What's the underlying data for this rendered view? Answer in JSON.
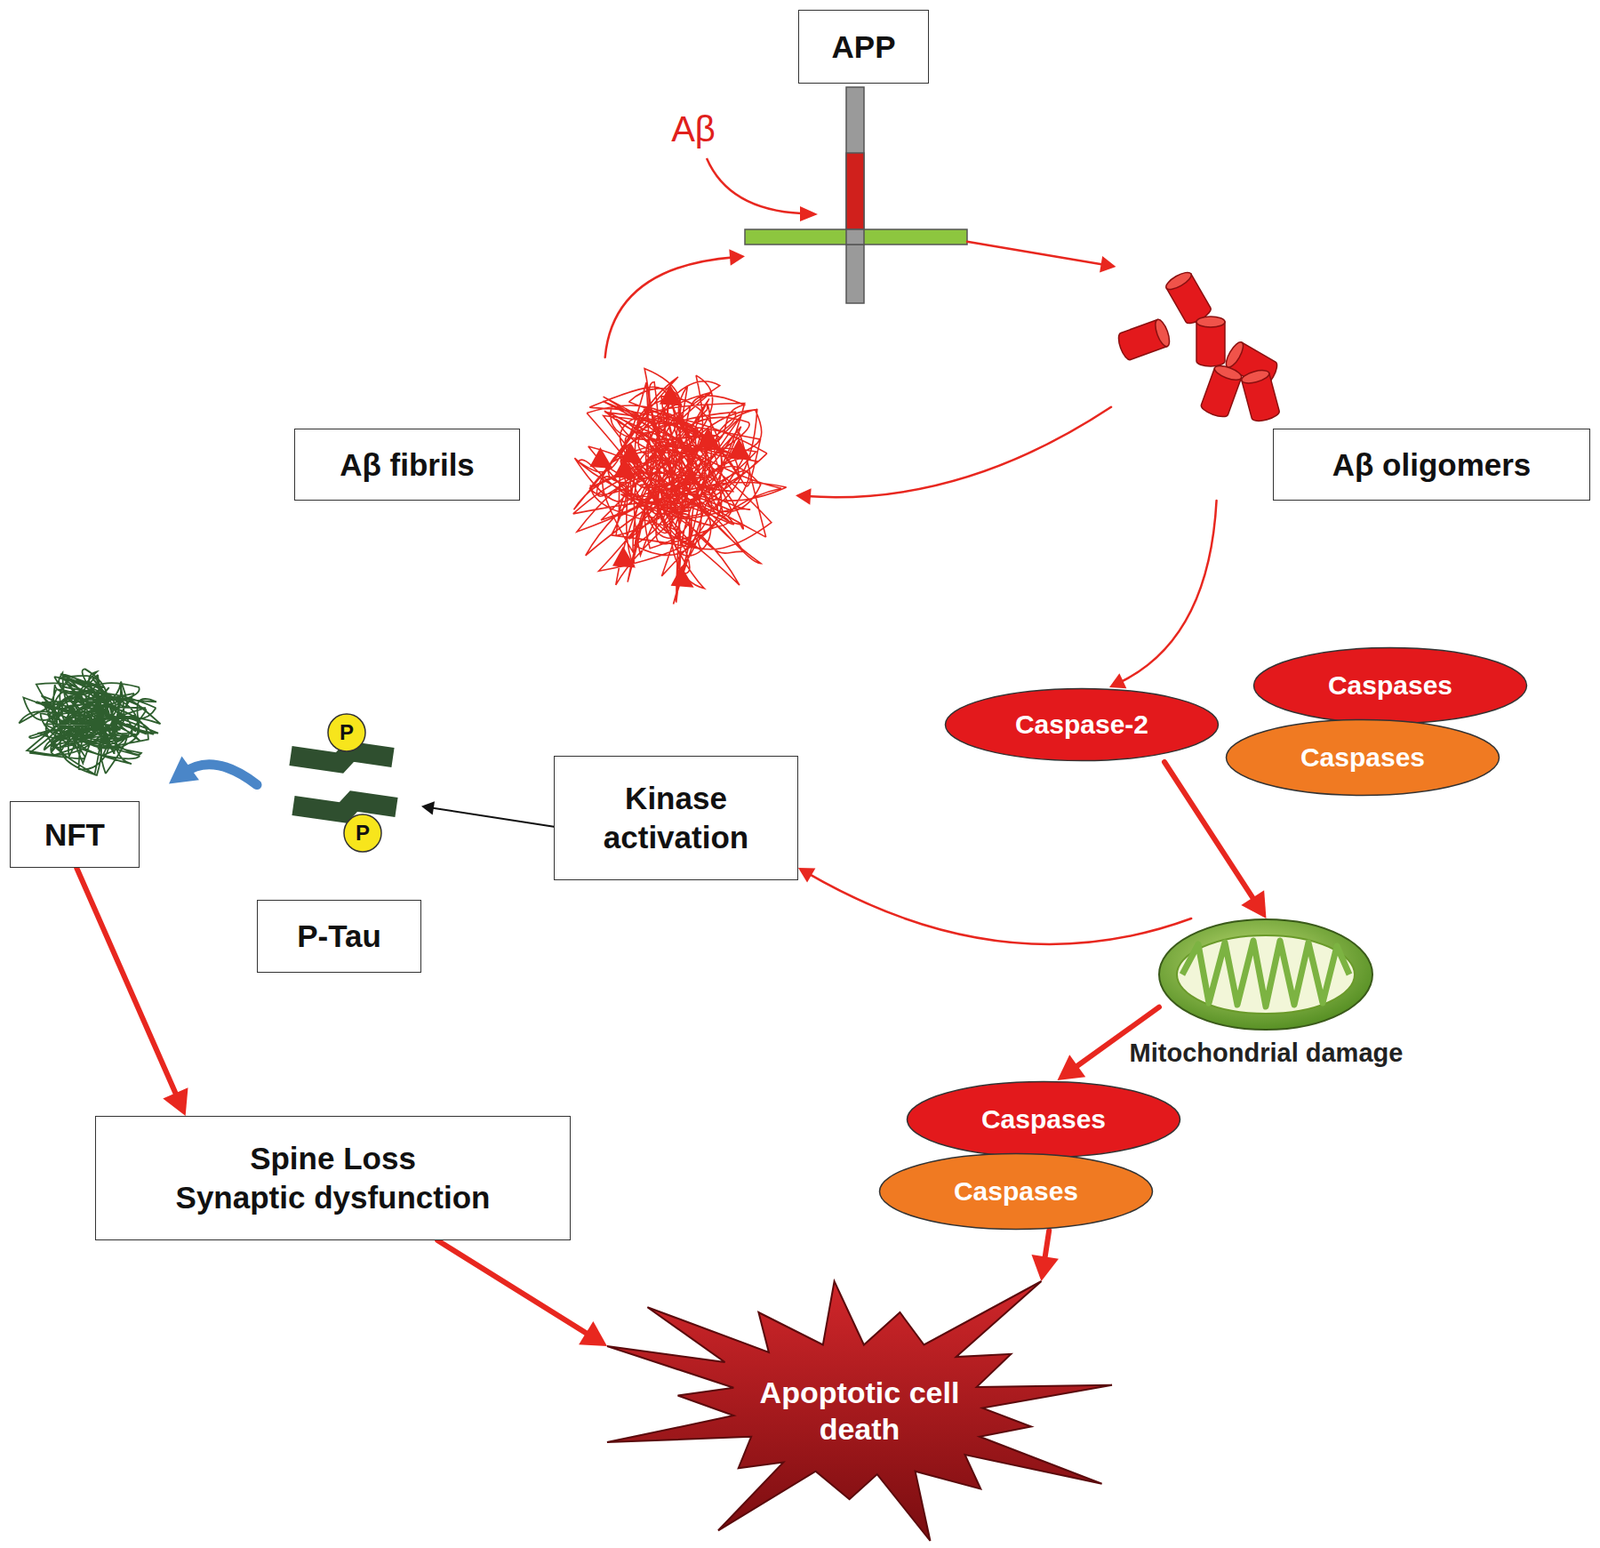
{
  "diagram": {
    "nodes": [
      {
        "text": [
          "APP"
        ]
      },
      {
        "text": [
          "Aβ oligomers"
        ]
      },
      {
        "text": [
          "Aβ fibrils"
        ]
      },
      {
        "text": [
          "Caspase-2"
        ]
      },
      {
        "text": [
          "Caspases"
        ]
      },
      {
        "text": [
          "Caspases"
        ]
      },
      {
        "text": [
          "Mitochondrial damage"
        ]
      },
      {
        "text": [
          "Kinase activation"
        ]
      },
      {
        "text": [
          "P-Tau"
        ]
      },
      {
        "text": [
          "NFT"
        ]
      },
      {
        "text": [
          "Caspases"
        ]
      },
      {
        "text": [
          "Caspases"
        ]
      },
      {
        "text": [
          "Spine Loss",
          "Synaptic dysfunction"
        ]
      },
      {
        "text": [
          "Apoptotic cell death"
        ]
      }
    ],
    "edges": [
      {
        "from": 0,
        "to": 1,
        "arrow": "to"
      },
      {
        "from": 1,
        "to": 2,
        "arrow": "to"
      },
      {
        "from": 2,
        "to": 0,
        "arrow": "to"
      },
      {
        "from": 1,
        "to": 3,
        "arrow": "to"
      },
      {
        "from": 3,
        "to": 6,
        "arrow": "to"
      },
      {
        "from": 6,
        "to": 7,
        "arrow": "to"
      },
      {
        "from": 7,
        "to": 8,
        "arrow": "to"
      },
      {
        "from": 8,
        "to": 9,
        "arrow": "to"
      },
      {
        "from": 9,
        "to": 12,
        "arrow": "to"
      },
      {
        "from": 6,
        "to": 10,
        "arrow": "to"
      },
      {
        "from": 11,
        "to": 13,
        "arrow": "to"
      },
      {
        "from": 12,
        "to": 13,
        "arrow": "to"
      }
    ],
    "labels": [
      "Aβ",
      "P",
      "P"
    ]
  }
}
